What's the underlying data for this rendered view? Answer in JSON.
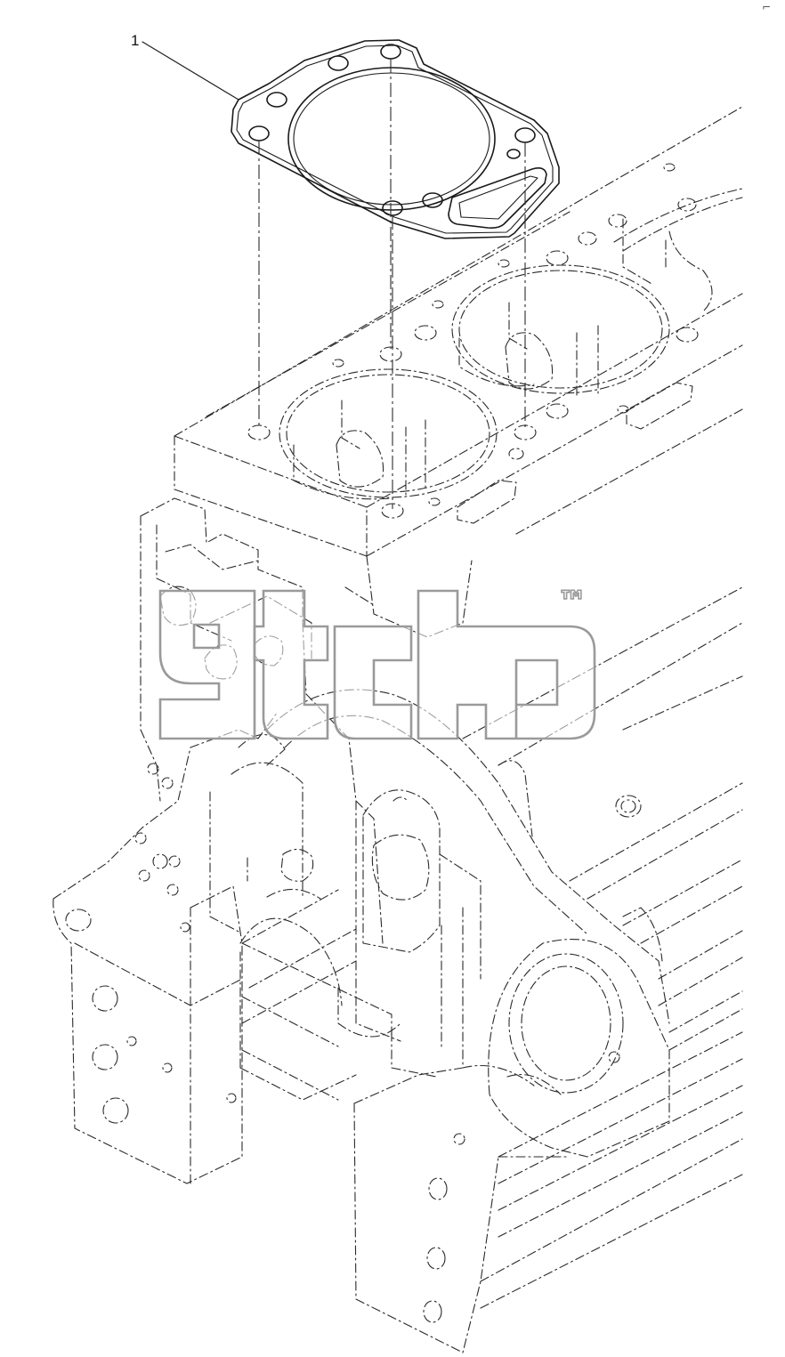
{
  "diagram": {
    "callouts": [
      {
        "number": "1",
        "part": "cylinder-head-gasket"
      }
    ]
  },
  "watermark": {
    "brand": "gtcp",
    "trademark": "™"
  },
  "corner_mark": "⌐"
}
